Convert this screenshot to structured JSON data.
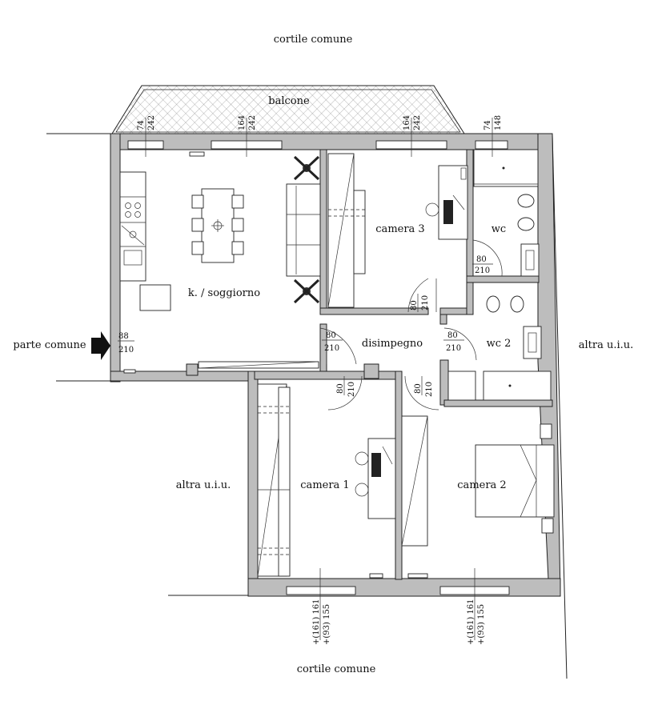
{
  "labels": {
    "cortile_top": "cortile comune",
    "cortile_bottom": "cortile comune",
    "balcone": "balcone",
    "soggiorno": "k. / soggiorno",
    "camera1": "camera 1",
    "camera2": "camera 2",
    "camera3": "camera 3",
    "wc": "wc",
    "wc2": "wc 2",
    "disimpegno": "disimpegno",
    "parte_comune": "parte comune",
    "altra_right": "altra u.i.u.",
    "altra_left": "altra u.i.u."
  },
  "dims": {
    "entry_w": "88",
    "entry_h": "210",
    "door80": "80",
    "door210": "210",
    "win1_w": "74",
    "win1_h": "242",
    "win2_w": "164",
    "win2_h": "242",
    "win3_w": "164",
    "win3_h": "242",
    "win4_w": "74",
    "win4_h": "148",
    "bot1_a": "+(161) 161",
    "bot1_b": "+(93)  155",
    "bot2_a": "+(161) 161",
    "bot2_b": "+(93)  155"
  }
}
